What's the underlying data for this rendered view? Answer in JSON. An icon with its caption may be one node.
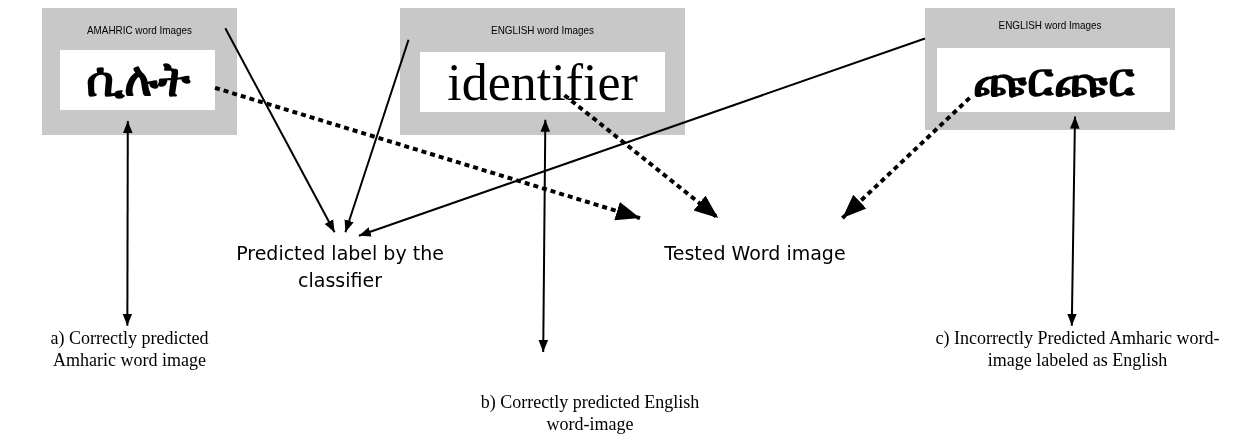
{
  "diagram": {
    "nodes": [
      {
        "text": [
          "AMAHRIC word Images"
        ]
      },
      {
        "text": [
          "ሲሉት"
        ],
        "in": 0
      },
      {
        "text": [
          "ENGLISH word Images"
        ]
      },
      {
        "text": [
          "identifier"
        ],
        "in": 2
      },
      {
        "text": [
          "ENGLISH word Images"
        ]
      },
      {
        "text": [
          "ጩርጩር"
        ],
        "in": 4
      },
      {
        "text": [
          "Predicted label by the classifier"
        ]
      },
      {
        "text": [
          "Tested Word image"
        ]
      },
      {
        "text": [
          "a) Correctly predicted Amharic word image"
        ]
      },
      {
        "text": [
          "b) Correctly predicted English word-image"
        ]
      },
      {
        "text": [
          "c) Incorrectly Predicted Amharic word-image labeled as English"
        ]
      }
    ],
    "edges": [
      {
        "from": 0,
        "to": 6,
        "arrow": "to"
      },
      {
        "from": 2,
        "to": 6,
        "arrow": "to"
      },
      {
        "from": 4,
        "to": 6,
        "arrow": "to"
      },
      {
        "from": 1,
        "to": 7,
        "arrow": "to",
        "style": "dashed"
      },
      {
        "from": 3,
        "to": 7,
        "arrow": "to",
        "style": "dashed"
      },
      {
        "from": 5,
        "to": 7,
        "arrow": "to",
        "style": "dashed"
      },
      {
        "from": 0,
        "to": 8,
        "arrow": "both"
      },
      {
        "from": 2,
        "to": 9,
        "arrow": "both"
      },
      {
        "from": 4,
        "to": 10,
        "arrow": "both"
      }
    ]
  }
}
